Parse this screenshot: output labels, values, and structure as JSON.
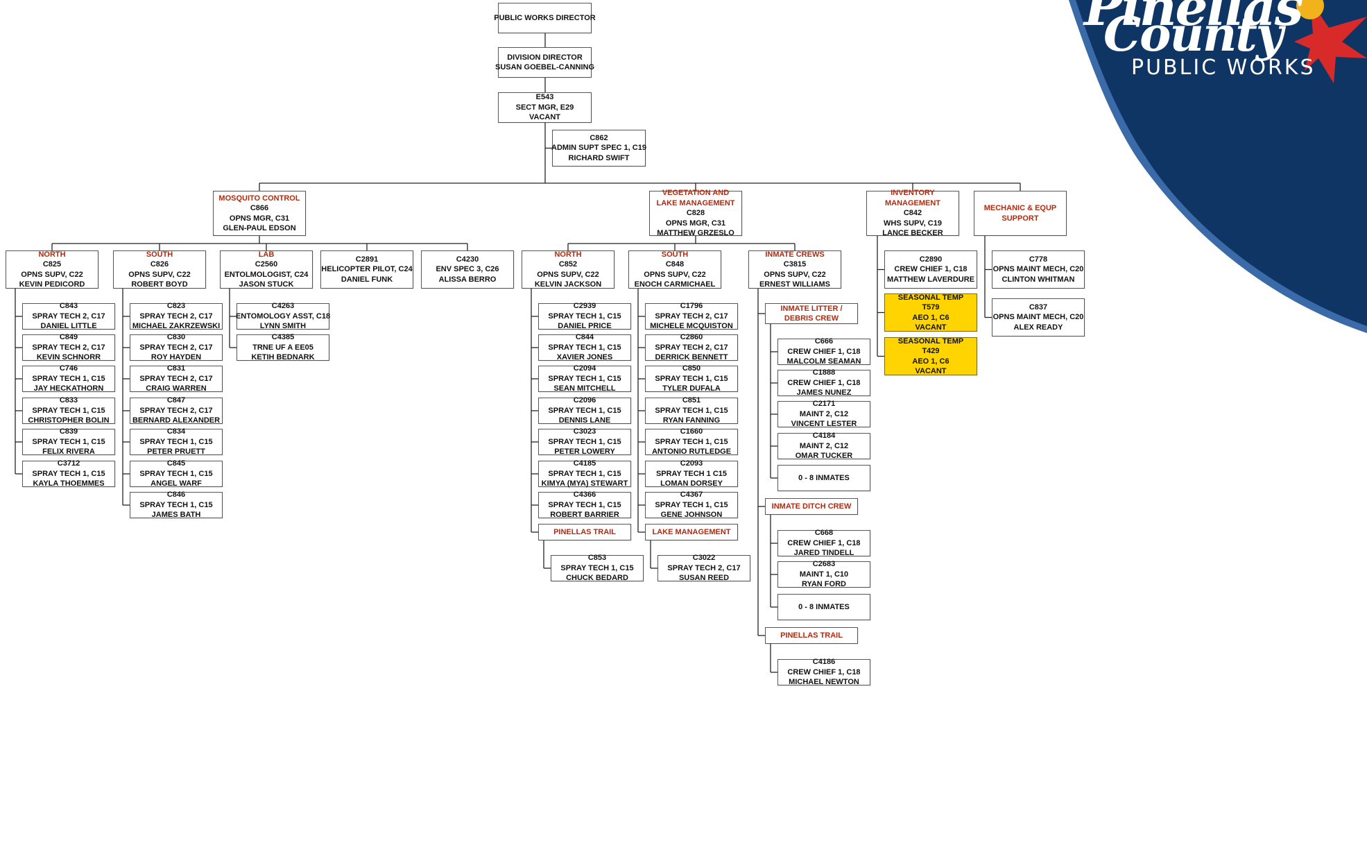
{
  "logo": {
    "line1": "Pinellas",
    "line2": "County",
    "line3": "PUBLIC WORKS",
    "colors": {
      "navy": "#0F3565",
      "blue": "#3A6AA8",
      "red": "#D92A2A",
      "yellow": "#F2B21C"
    }
  },
  "colors": {
    "heading": "#B22A0E",
    "vacant": "#FFD400",
    "border": "#555555",
    "line": "#222222"
  },
  "nodes": {
    "pwdir": {
      "lines": [
        "PUBLIC WORKS DIRECTOR"
      ]
    },
    "divdir": {
      "lines": [
        "DIVISION DIRECTOR",
        "SUSAN GOEBEL-CANNING"
      ]
    },
    "e543": {
      "lines": [
        "E543",
        "SECT MGR, E29",
        "VACANT"
      ]
    },
    "c862": {
      "lines": [
        "C862",
        "ADMIN SUPT SPEC 1, C19",
        "RICHARD SWIFT"
      ]
    },
    "mosq": {
      "head": "MOSQUITO CONTROL",
      "lines": [
        "C866",
        "OPNS MGR, C31",
        "GLEN-PAUL EDSON"
      ]
    },
    "veg": {
      "head": "VEGETATION AND LAKE MANAGEMENT",
      "lines": [
        "C828",
        "OPNS MGR, C31",
        "MATTHEW GRZESLO"
      ]
    },
    "inv": {
      "head": "INVENTORY MANAGEMENT",
      "lines": [
        "C842",
        "WHS SUPV, C19",
        "LANCE BECKER"
      ]
    },
    "mech": {
      "head": "MECHANIC & EQUP SUPPORT",
      "lines": []
    },
    "mnorth": {
      "head": "NORTH",
      "lines": [
        "C825",
        "OPNS SUPV, C22",
        "KEVIN PEDICORD"
      ]
    },
    "msouth": {
      "head": "SOUTH",
      "lines": [
        "C826",
        "OPNS SUPV, C22",
        "ROBERT BOYD"
      ]
    },
    "lab": {
      "head": "LAB",
      "lines": [
        "C2560",
        "ENTOLMOLOGIST, C24",
        "JASON STUCK"
      ]
    },
    "heli": {
      "lines": [
        "C2891",
        "HELICOPTER PILOT, C24",
        "DANIEL FUNK"
      ]
    },
    "env": {
      "lines": [
        "C4230",
        "ENV SPEC 3, C26",
        "ALISSA BERRO"
      ]
    },
    "mn1": {
      "lines": [
        "C843",
        "SPRAY TECH 2, C17",
        "DANIEL LITTLE"
      ]
    },
    "mn2": {
      "lines": [
        "C849",
        "SPRAY TECH 2, C17",
        "KEVIN SCHNORR"
      ]
    },
    "mn3": {
      "lines": [
        "C746",
        "SPRAY TECH 1, C15",
        "JAY HECKATHORN"
      ]
    },
    "mn4": {
      "lines": [
        "C833",
        "SPRAY TECH 1, C15",
        "CHRISTOPHER BOLIN"
      ]
    },
    "mn5": {
      "lines": [
        "C839",
        "SPRAY TECH 1, C15",
        "FELIX RIVERA"
      ]
    },
    "mn6": {
      "lines": [
        "C3712",
        "SPRAY TECH 1, C15",
        "KAYLA THOEMMES"
      ]
    },
    "ms1": {
      "lines": [
        "C823",
        "SPRAY TECH 2, C17",
        "MICHAEL ZAKRZEWSKI"
      ]
    },
    "ms2": {
      "lines": [
        "C830",
        "SPRAY TECH 2, C17",
        "ROY HAYDEN"
      ]
    },
    "ms3": {
      "lines": [
        "C831",
        "SPRAY TECH 2, C17",
        "CRAIG WARREN"
      ]
    },
    "ms4": {
      "lines": [
        "C847",
        "SPRAY TECH 2, C17",
        "BERNARD ALEXANDER"
      ]
    },
    "ms5": {
      "lines": [
        "C834",
        "SPRAY TECH 1, C15",
        "PETER PRUETT"
      ]
    },
    "ms6": {
      "lines": [
        "C845",
        "SPRAY TECH 1, C15",
        "ANGEL WARF"
      ]
    },
    "ms7": {
      "lines": [
        "C846",
        "SPRAY TECH 1, C15",
        "JAMES BATH"
      ]
    },
    "lab1": {
      "lines": [
        "C4263",
        "ENTOMOLOGY ASST, C18",
        "LYNN SMITH"
      ]
    },
    "lab2": {
      "lines": [
        "C4385",
        "TRNE UF A EE05",
        "KETIH BEDNARK"
      ]
    },
    "vnorth": {
      "head": "NORTH",
      "lines": [
        "C852",
        "OPNS SUPV, C22",
        "KELVIN JACKSON"
      ]
    },
    "vsouth": {
      "head": "SOUTH",
      "lines": [
        "C848",
        "OPNS SUPV, C22",
        "ENOCH CARMICHAEL"
      ]
    },
    "inmate": {
      "head": "INMATE CREWS",
      "lines": [
        "C3815",
        "OPNS SUPV, C22",
        "ERNEST WILLIAMS"
      ]
    },
    "vn1": {
      "lines": [
        "C2939",
        "SPRAY TECH 1, C15",
        "DANIEL PRICE"
      ]
    },
    "vn2": {
      "lines": [
        "C844",
        "SPRAY TECH 1, C15",
        "XAVIER JONES"
      ]
    },
    "vn3": {
      "lines": [
        "C2094",
        "SPRAY TECH 1, C15",
        "SEAN MITCHELL"
      ]
    },
    "vn4": {
      "lines": [
        "C2096",
        "SPRAY TECH 1, C15",
        "DENNIS LANE"
      ]
    },
    "vn5": {
      "lines": [
        "C3023",
        "SPRAY TECH 1, C15",
        "PETER LOWERY"
      ]
    },
    "vn6": {
      "lines": [
        "C4185",
        "SPRAY TECH 1, C15",
        "KIMYA (MYA) STEWART"
      ]
    },
    "vn7": {
      "lines": [
        "C4366",
        "SPRAY TECH 1, C15",
        "ROBERT BARRIER"
      ]
    },
    "vnpt": {
      "head": "PINELLAS TRAIL",
      "lines": []
    },
    "vnpt1": {
      "lines": [
        "C853",
        "SPRAY TECH 1, C15",
        "CHUCK BEDARD"
      ]
    },
    "vs1": {
      "lines": [
        "C1796",
        "SPRAY TECH 2, C17",
        "MICHELE MCQUISTON"
      ]
    },
    "vs2": {
      "lines": [
        "C2860",
        "SPRAY TECH 2, C17",
        "DERRICK BENNETT"
      ]
    },
    "vs3": {
      "lines": [
        "C850",
        "SPRAY TECH 1, C15",
        "TYLER DUFALA"
      ]
    },
    "vs4": {
      "lines": [
        "C851",
        "SPRAY TECH 1, C15",
        "RYAN FANNING"
      ]
    },
    "vs5": {
      "lines": [
        "C1660",
        "SPRAY TECH 1, C15",
        "ANTONIO RUTLEDGE"
      ]
    },
    "vs6": {
      "lines": [
        "C2093",
        "SPRAY TECH 1 C15",
        "LOMAN DORSEY"
      ]
    },
    "vs7": {
      "lines": [
        "C4367",
        "SPRAY TECH 1, C15",
        "GENE JOHNSON"
      ]
    },
    "vslm": {
      "head": "LAKE MANAGEMENT",
      "lines": []
    },
    "vslm1": {
      "lines": [
        "C3022",
        "SPRAY TECH 2, C17",
        "SUSAN REED"
      ]
    },
    "ild": {
      "head": "INMATE LITTER / DEBRIS CREW",
      "lines": []
    },
    "ild1": {
      "lines": [
        "C666",
        "CREW CHIEF 1, C18",
        "MALCOLM SEAMAN"
      ]
    },
    "ild2": {
      "lines": [
        "C1888",
        "CREW CHIEF 1, C18",
        "JAMES NUNEZ"
      ]
    },
    "ild3": {
      "lines": [
        "C2171",
        "MAINT 2, C12",
        "VINCENT LESTER"
      ]
    },
    "ild4": {
      "lines": [
        "C4184",
        "MAINT 2, C12",
        "OMAR TUCKER"
      ]
    },
    "ild5": {
      "lines": [
        "0 - 8 INMATES"
      ]
    },
    "idc": {
      "head": "INMATE DITCH CREW",
      "lines": []
    },
    "idc1": {
      "lines": [
        "C668",
        "CREW CHIEF 1, C18",
        "JARED TINDELL"
      ]
    },
    "idc2": {
      "lines": [
        "C2683",
        "MAINT 1, C10",
        "RYAN FORD"
      ]
    },
    "idc3": {
      "lines": [
        "0 - 8 INMATES"
      ]
    },
    "ipt": {
      "head": "PINELLAS TRAIL",
      "lines": []
    },
    "ipt1": {
      "lines": [
        "C4186",
        "CREW CHIEF 1, C18",
        "MICHAEL NEWTON"
      ]
    },
    "inv1": {
      "lines": [
        "C2890",
        "CREW CHIEF 1, C18",
        "MATTHEW LAVERDURE"
      ]
    },
    "inv2": {
      "vacant": true,
      "lines": [
        "SEASONAL TEMP",
        "T579",
        "AEO 1, C6",
        "VACANT"
      ]
    },
    "inv3": {
      "vacant": true,
      "lines": [
        "SEASONAL TEMP",
        "T429",
        "AEO 1, C6",
        "VACANT"
      ]
    },
    "mech1": {
      "lines": [
        "C778",
        "OPNS MAINT MECH, C20",
        "CLINTON WHITMAN"
      ]
    },
    "mech2": {
      "lines": [
        "C837",
        "OPNS MAINT MECH, C20",
        "ALEX READY"
      ]
    }
  }
}
